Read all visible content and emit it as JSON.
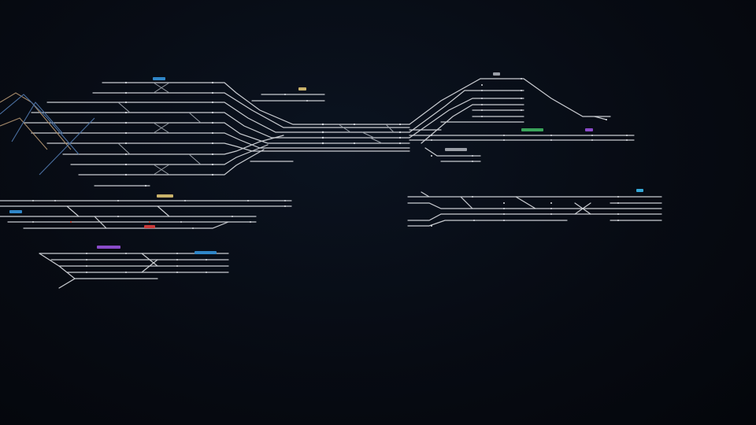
{
  "colors": {
    "background": "#05080e",
    "track": "#c9ccd1",
    "station_blue": "#2f86c8",
    "station_yellow": "#c9b26a",
    "station_green": "#3aa35a",
    "station_purple": "#8a4bc9",
    "station_red": "#c93a3a",
    "station_gray": "#9a9ea6",
    "station_cyan": "#35a7d6"
  },
  "stations": [
    {
      "id": "s1",
      "label": "",
      "color": "#2f86c8",
      "icon": "station-marker-icon"
    },
    {
      "id": "s2",
      "label": "",
      "color": "#c9b26a",
      "icon": "station-marker-icon"
    },
    {
      "id": "s3",
      "label": "",
      "color": "#9a9ea6",
      "icon": "station-marker-icon"
    },
    {
      "id": "s4",
      "label": "",
      "color": "#3aa35a",
      "icon": "station-marker-icon"
    },
    {
      "id": "s5",
      "label": "",
      "color": "#8a4bc9",
      "icon": "station-marker-icon"
    },
    {
      "id": "s6",
      "label": "",
      "color": "#9a9ea6",
      "icon": "station-marker-icon"
    },
    {
      "id": "s7",
      "label": "",
      "color": "#c9b26a",
      "icon": "station-marker-icon"
    },
    {
      "id": "s8",
      "label": "",
      "color": "#2f86c8",
      "icon": "station-marker-icon"
    },
    {
      "id": "s9",
      "label": "",
      "color": "#c93a3a",
      "icon": "station-marker-icon"
    },
    {
      "id": "s10",
      "label": "",
      "color": "#8a4bc9",
      "icon": "station-marker-icon"
    },
    {
      "id": "s11",
      "label": "",
      "color": "#2f86c8",
      "icon": "station-marker-icon"
    },
    {
      "id": "s12",
      "label": "",
      "color": "#35a7d6",
      "icon": "station-marker-icon"
    }
  ]
}
